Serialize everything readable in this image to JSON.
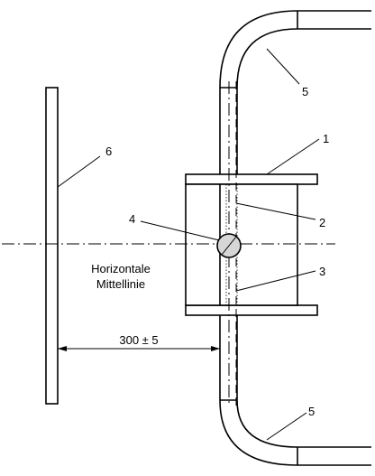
{
  "labels": {
    "part1": "1",
    "part2": "2",
    "part3": "3",
    "part4": "4",
    "part5_top": "5",
    "part5_bottom": "5",
    "part6": "6",
    "centerline_line1": "Horizontale",
    "centerline_line2": "Mittellinie",
    "distance": "300 ± 5"
  }
}
